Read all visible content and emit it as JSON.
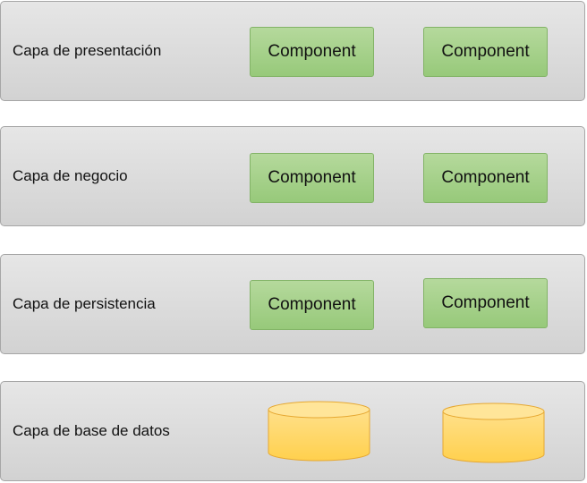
{
  "layers": [
    {
      "label": "Capa de presentación",
      "components": [
        "Component",
        "Component"
      ]
    },
    {
      "label": "Capa de negocio",
      "components": [
        "Component",
        "Component"
      ]
    },
    {
      "label": "Capa de persistencia",
      "components": [
        "Component",
        "Component"
      ]
    },
    {
      "label": "Capa de base de datos",
      "databases": 2
    }
  ],
  "colors": {
    "layer_fill": "#dcdcdc",
    "layer_border": "#a6a6a6",
    "component_fill": "#a9d18e",
    "component_border": "#82b366",
    "database_fill": "#ffd966",
    "database_border": "#e6a832"
  }
}
